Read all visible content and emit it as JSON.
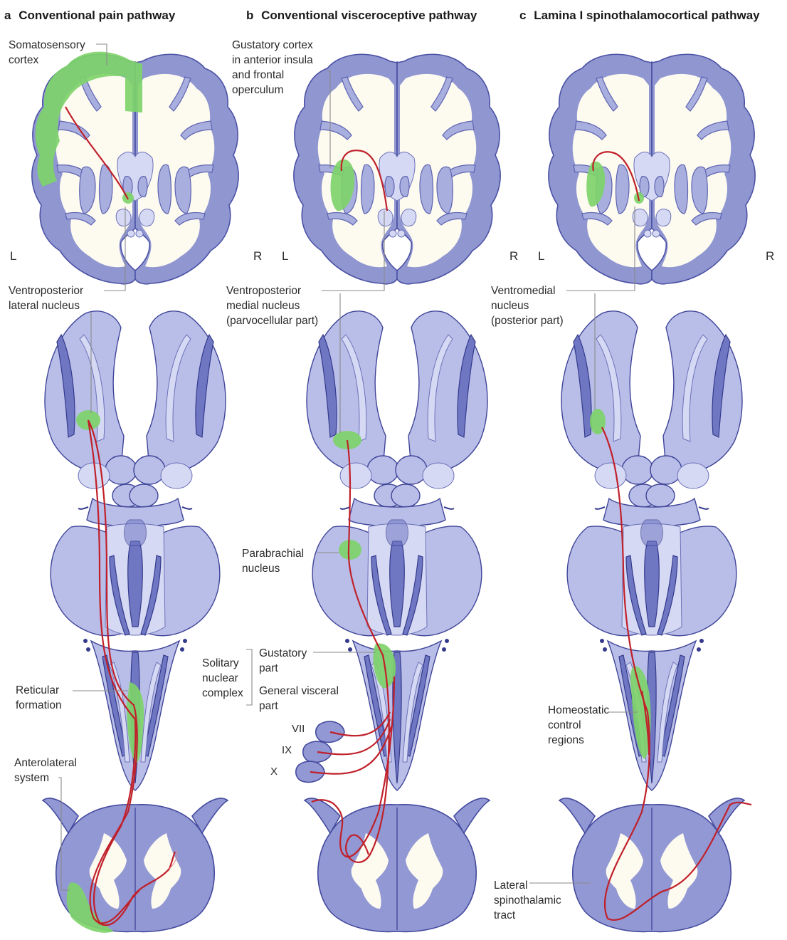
{
  "panels": [
    {
      "letter": "a",
      "title": "Conventional pain pathway",
      "left_side": "L",
      "right_side": "R",
      "labels": {
        "cortex": [
          "Somatosensory",
          "cortex"
        ],
        "thalamus": [
          "Ventroposterior",
          "lateral nucleus"
        ],
        "brainstem": [
          "Reticular",
          "formation"
        ],
        "spinal": [
          "Anterolateral",
          "system"
        ]
      }
    },
    {
      "letter": "b",
      "title": "Conventional visceroceptive pathway",
      "left_side": "L",
      "right_side": "R",
      "labels": {
        "cortex": [
          "Gustatory cortex",
          "in anterior insula",
          "and frontal",
          "operculum"
        ],
        "thalamus": [
          "Ventroposterior",
          "medial nucleus",
          "(parvocellular part)"
        ],
        "pons": [
          "Parabrachial",
          "nucleus"
        ],
        "solitary": [
          "Solitary",
          "nuclear",
          "complex"
        ],
        "gustatory_part": [
          "Gustatory",
          "part"
        ],
        "visceral_part": [
          "General visceral",
          "part"
        ],
        "nerves": [
          "VII",
          "IX",
          "X"
        ]
      }
    },
    {
      "letter": "c",
      "title": "Lamina I spinothalamocortical pathway",
      "left_side": "L",
      "right_side": "R",
      "labels": {
        "thalamus": [
          "Ventromedial",
          "nucleus",
          "(posterior part)"
        ],
        "medulla": [
          "Homeostatic",
          "control",
          "regions"
        ],
        "spinal": [
          "Lateral",
          "spinothalamic",
          "tract"
        ]
      }
    }
  ],
  "colors": {
    "gray_matter": "#8f96d0",
    "white_matter": "#fdfaf0",
    "brainstem": "#b9bee8",
    "activation": "#7ed36a",
    "pathway": "#c0202a"
  }
}
